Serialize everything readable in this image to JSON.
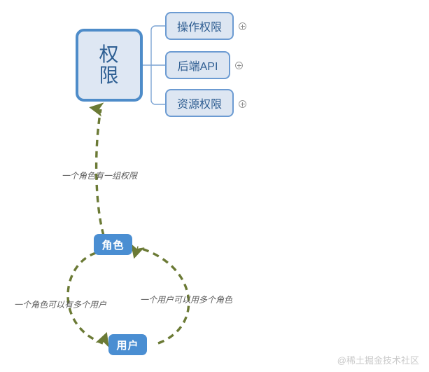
{
  "diagram": {
    "type": "mindmap",
    "root": {
      "label": "权限",
      "fill": "#dee7f3",
      "border": "#4e8cc9",
      "text_color": "#2e5f93"
    },
    "children": [
      {
        "label": "操作权限",
        "expand_icon": "plus-circle-icon"
      },
      {
        "label": "后端API",
        "expand_icon": "plus-circle-icon"
      },
      {
        "label": "资源权限",
        "expand_icon": "plus-circle-icon"
      }
    ],
    "loop_nodes": [
      {
        "label": "角色",
        "fill": "#4a8ed2",
        "text_color": "#ffffff"
      },
      {
        "label": "用户",
        "fill": "#4a8ed2",
        "text_color": "#ffffff"
      }
    ],
    "edge_captions": [
      {
        "text": "一个角色有一组权限"
      },
      {
        "text": "一个角色可以有多个用户"
      },
      {
        "text": "一个用户可以用多个角色"
      }
    ],
    "edge_color": "#6b7a35",
    "connector_color": "#7ca4d4"
  },
  "watermark": {
    "text": "@稀土掘金技术社区"
  }
}
